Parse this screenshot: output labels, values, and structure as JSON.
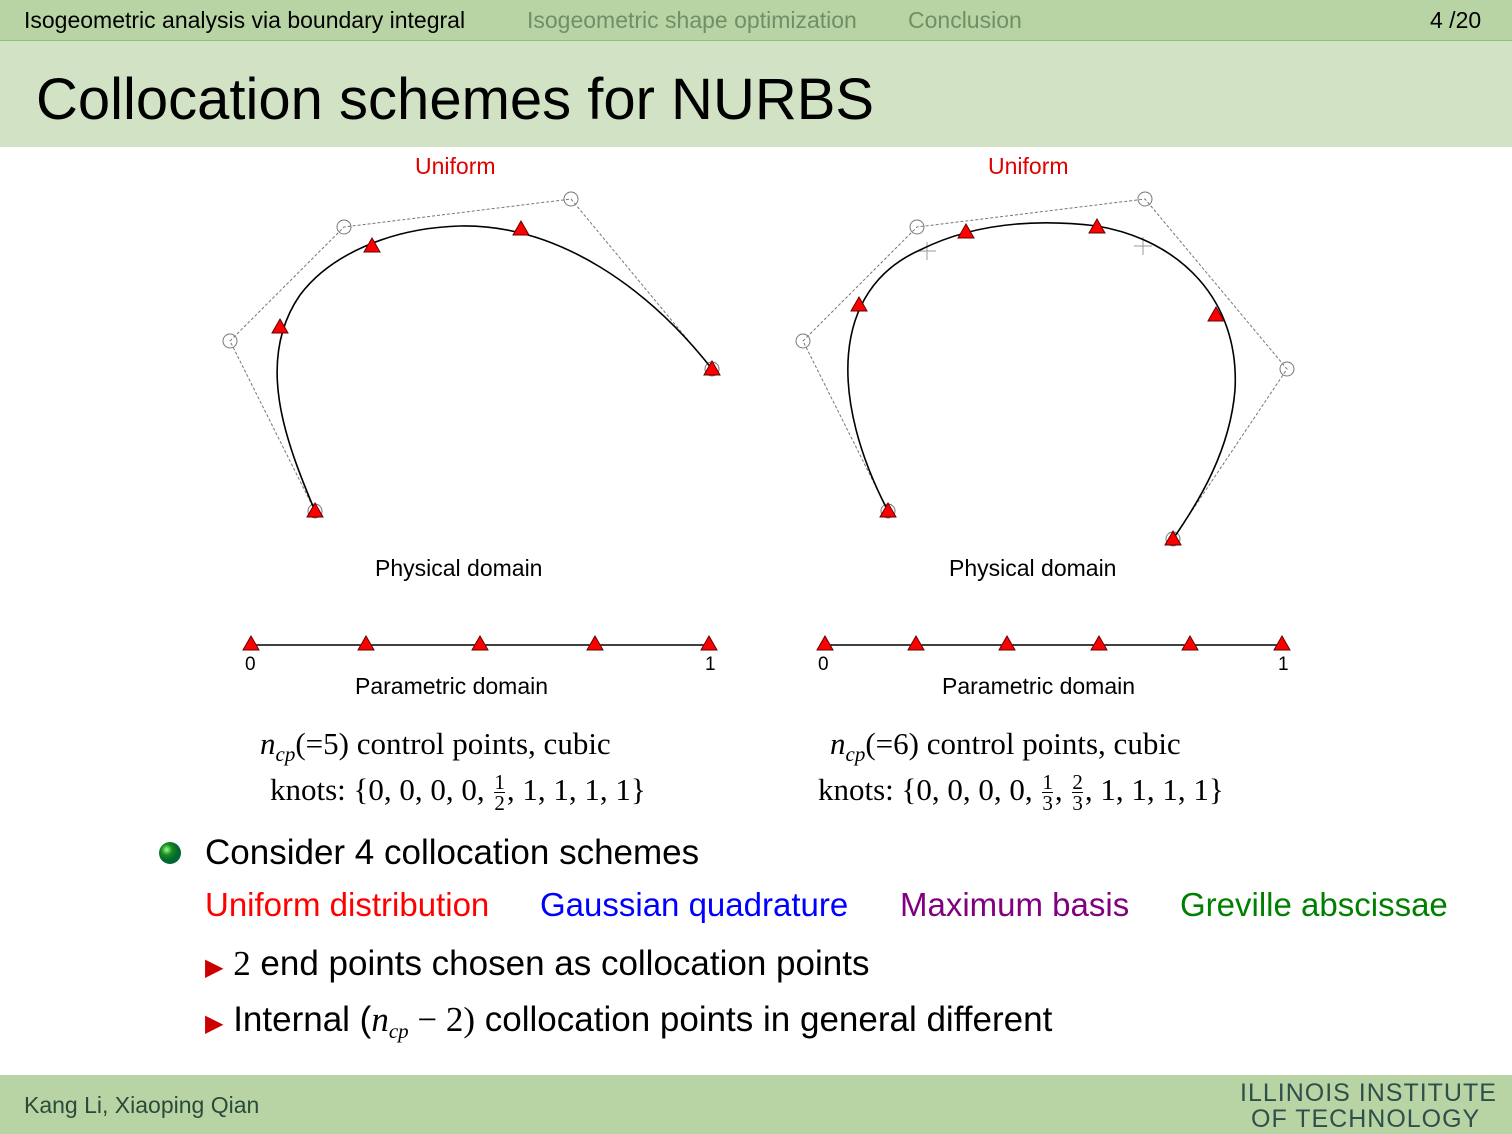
{
  "nav": {
    "sections": [
      "Isogeometric analysis via boundary integral",
      "Isogeometric shape optimization",
      "Conclusion"
    ],
    "page": "4 /20"
  },
  "title": "Collocation schemes for NURBS",
  "figures": [
    {
      "heading": "Uniform",
      "physical_label": "Physical domain",
      "parametric_label": "Parametric domain",
      "tick_start": "0",
      "tick_end": "1",
      "ncp": "5",
      "knots_pre": "knots: {0, 0, 0, 0, ",
      "fracs": [
        [
          "1",
          "2"
        ]
      ],
      "knots_post": ", 1, 1, 1, 1}"
    },
    {
      "heading": "Uniform",
      "physical_label": "Physical domain",
      "parametric_label": "Parametric domain",
      "tick_start": "0",
      "tick_end": "1",
      "ncp": "6",
      "knots_pre": "knots: {0, 0, 0, 0, ",
      "fracs": [
        [
          "1",
          "3"
        ],
        [
          "2",
          "3"
        ]
      ],
      "knots_post": ", 1, 1, 1, 1}"
    }
  ],
  "caption": {
    "ncp_sym": "n",
    "ncp_sub": "cp",
    "text": ") control points, cubic",
    "open": "(="
  },
  "bullet": "Consider 4 collocation schemes",
  "schemes": [
    {
      "label": "Uniform distribution",
      "color": "#ff0000"
    },
    {
      "label": "Gaussian quadrature",
      "color": "#0000ff"
    },
    {
      "label": "Maximum basis",
      "color": "#800080"
    },
    {
      "label": "Greville abscissae",
      "color": "#007f00"
    }
  ],
  "sub_bullets": [
    {
      "math": "2",
      "text": " end points chosen as collocation points"
    },
    {
      "pre": "Internal (",
      "math": "n",
      "sub": "cp",
      "minus": " − 2)",
      "text": " collocation points in general different"
    }
  ],
  "footer": {
    "authors": "Kang Li, Xiaoping Qian",
    "logo_line1": "ILLINOIS INSTITUTE",
    "logo_line2": "OF TECHNOLOGY"
  }
}
